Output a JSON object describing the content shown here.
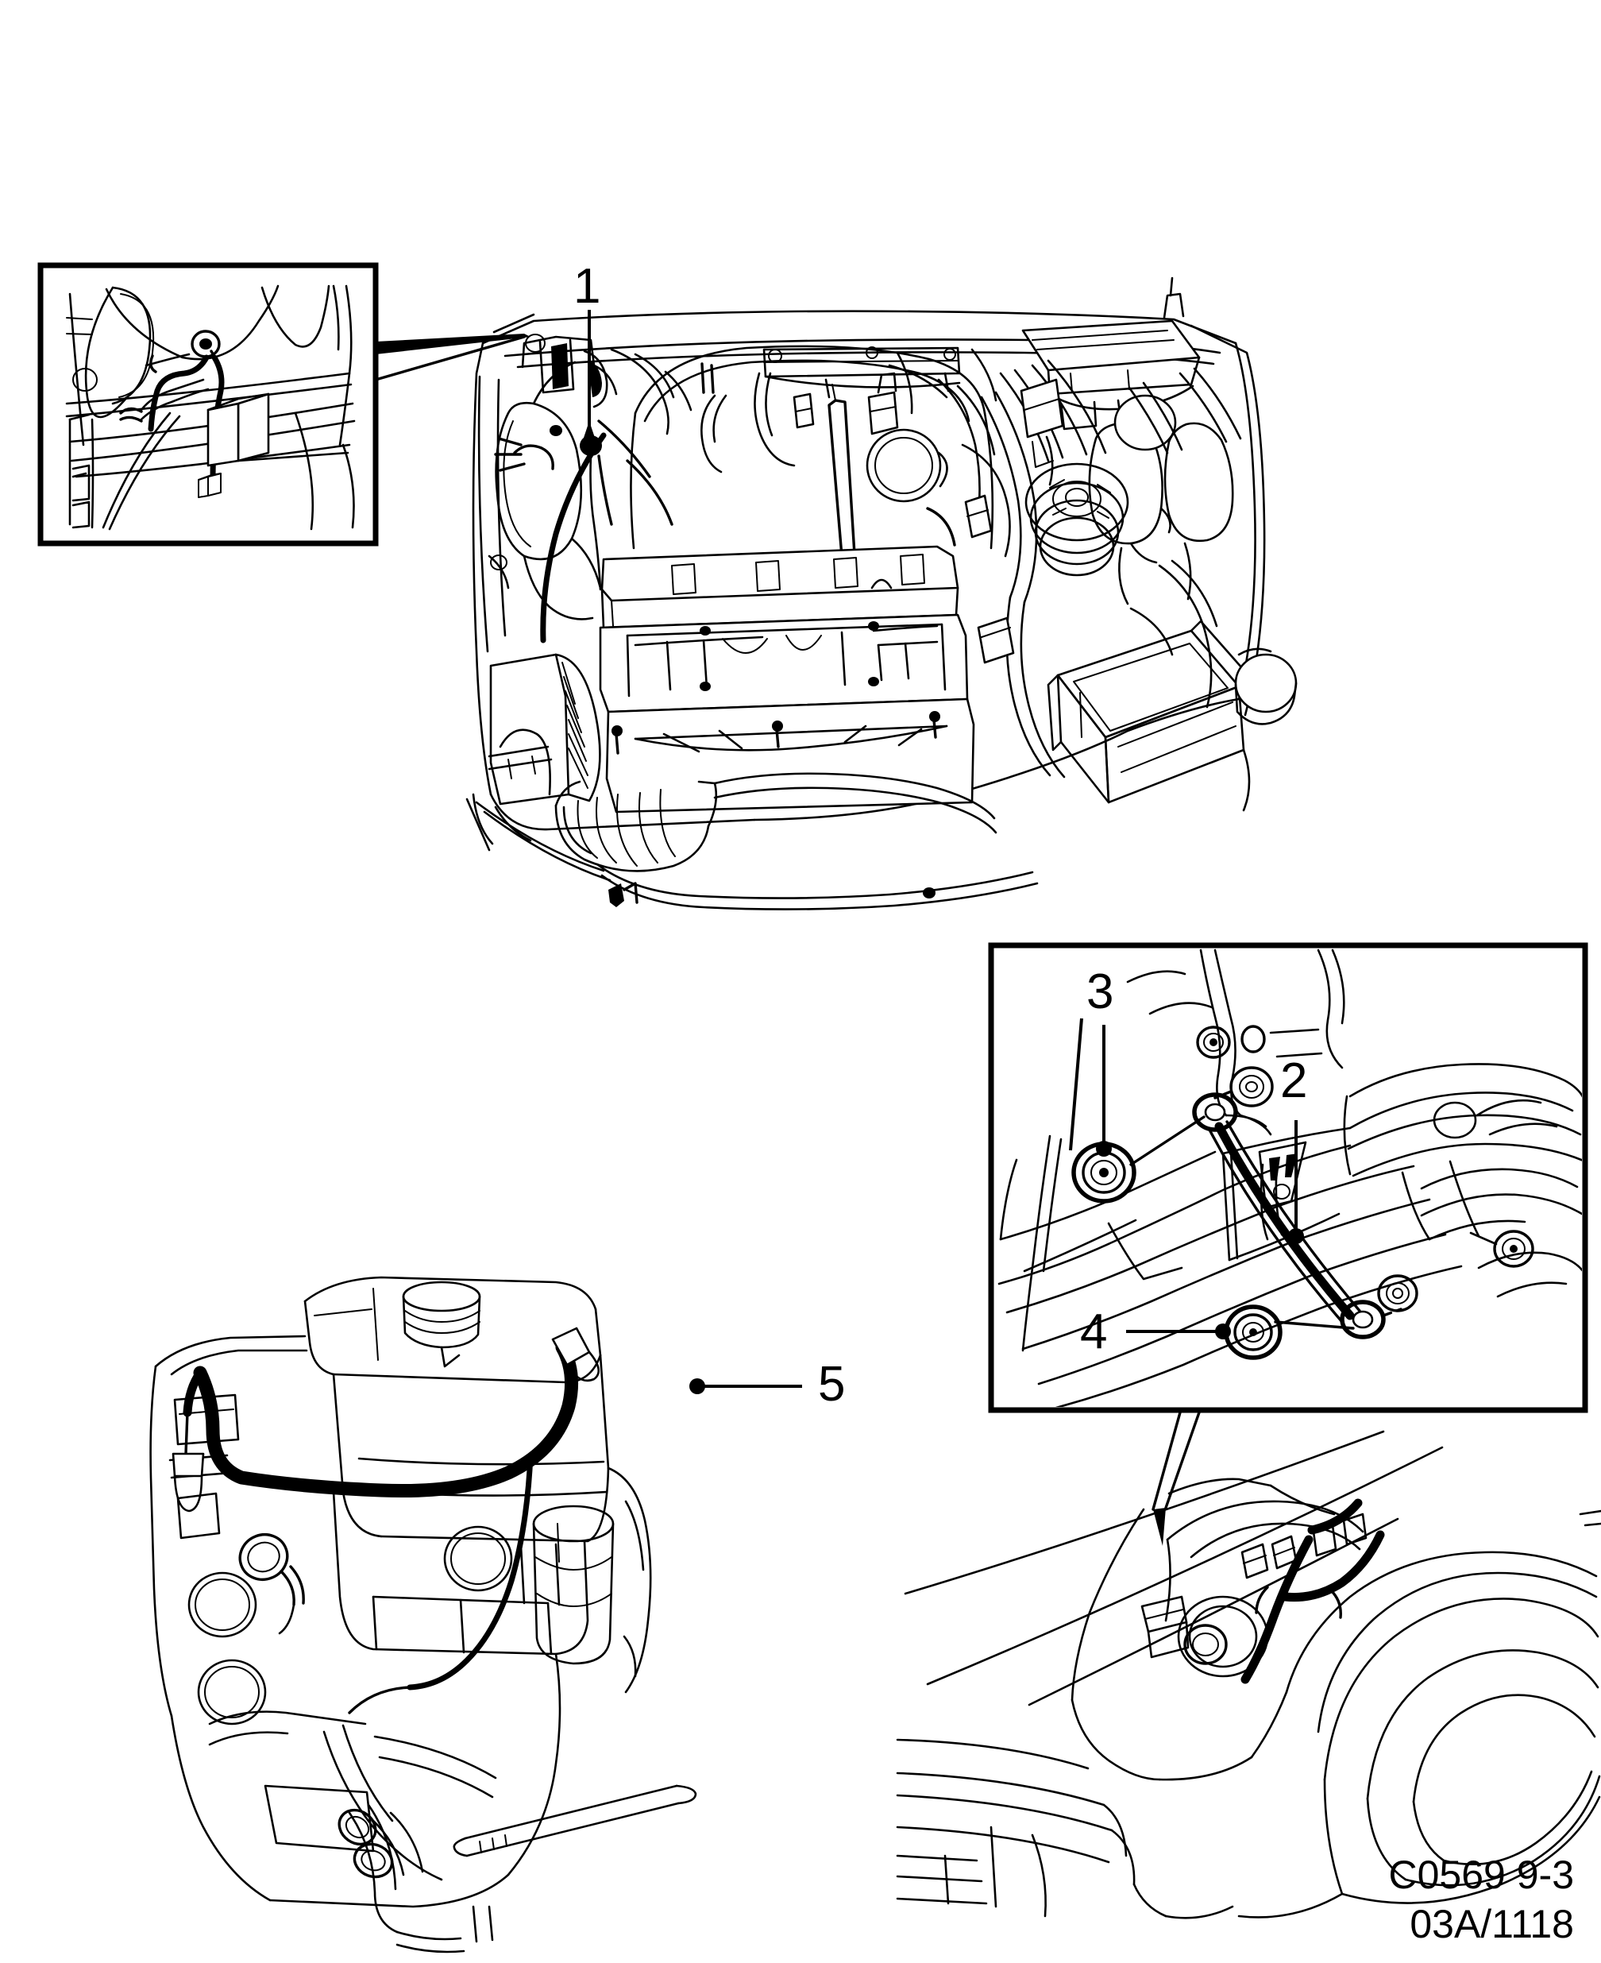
{
  "document": {
    "kind": "automotive-service-parts-illustration",
    "caption_line1": "C0569 9-3",
    "caption_line2": "03A/1118",
    "ink_color": "#000000",
    "background_color": "#ffffff"
  },
  "callouts": [
    {
      "id": "1",
      "label": "1",
      "points_to": "engine-bay-wiring-harness-connector",
      "leader": "vertical-down-with-arrowhead"
    },
    {
      "id": "2",
      "label": "2",
      "points_to": "ground-strap-cable",
      "leader": "vertical-down-with-dot"
    },
    {
      "id": "3",
      "label": "3",
      "points_to": "upper-ground-bolt",
      "leader": "angled-down-with-dot"
    },
    {
      "id": "4",
      "label": "4",
      "points_to": "lower-ground-bolt",
      "leader": "horizontal-right-with-dot"
    },
    {
      "id": "5",
      "label": "5",
      "points_to": "engine-harness-cable",
      "leader": "horizontal-left-with-dot"
    }
  ],
  "figures": [
    {
      "name": "detail-box-top-left",
      "title": "",
      "description": "Inset detail of bulkhead / strut tower wiring routing with relay module"
    },
    {
      "name": "engine-bay-overview",
      "title": "",
      "description": "Top view of engine compartment with engine, battery, reservoirs and harness"
    },
    {
      "name": "detail-box-right",
      "title": "",
      "description": "Inset detail of subframe ground strap with mounting bolts"
    },
    {
      "name": "engine-assembly-view",
      "title": "",
      "description": "Engine block with cam cover, oil filler cap and harness routing"
    },
    {
      "name": "vehicle-front-corner",
      "title": "",
      "description": "Front left corner of vehicle with headlamp, bumper and wheel arch"
    }
  ],
  "icon_names": {
    "arrowhead": "arrowhead-icon",
    "leader_dot": "leader-dot-icon",
    "wedge_connector": "wedge-pointer-icon"
  }
}
